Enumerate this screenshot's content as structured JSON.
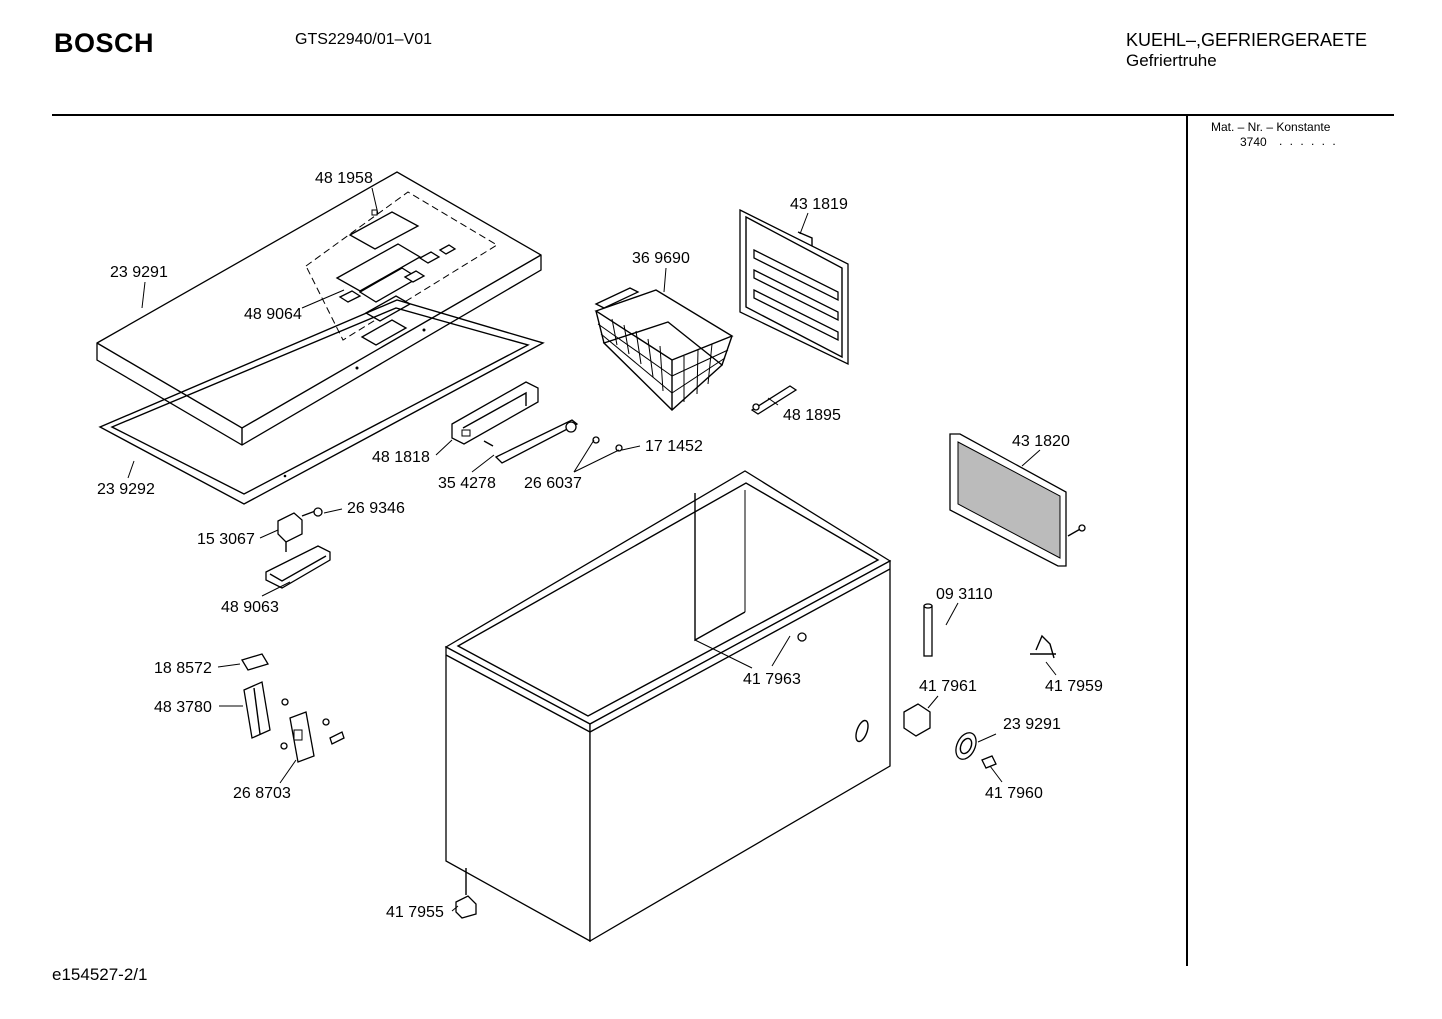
{
  "header": {
    "brand": "BOSCH",
    "model": "GTS22940/01–V01",
    "category_line1": "KUEHL–,GEFRIERGERAETE",
    "category_line2": "Gefriertruhe"
  },
  "side_panel": {
    "mat_label": "Mat. – Nr. – Konstante",
    "mat_code": "3740",
    "mat_dots": ". . . . . ."
  },
  "footer": {
    "doc_id": "e154527-2/1"
  },
  "parts": [
    {
      "id": "p481958",
      "label": "48 1958"
    },
    {
      "id": "p239291a",
      "label": "23 9291"
    },
    {
      "id": "p489064",
      "label": "48 9064"
    },
    {
      "id": "p239292",
      "label": "23 9292"
    },
    {
      "id": "p269346",
      "label": "26 9346"
    },
    {
      "id": "p153067",
      "label": "15 3067"
    },
    {
      "id": "p489063",
      "label": "48 9063"
    },
    {
      "id": "p188572",
      "label": "18 8572"
    },
    {
      "id": "p483780",
      "label": "48 3780"
    },
    {
      "id": "p268703",
      "label": "26 8703"
    },
    {
      "id": "p481818",
      "label": "48 1818"
    },
    {
      "id": "p354278",
      "label": "35 4278"
    },
    {
      "id": "p266037",
      "label": "26 6037"
    },
    {
      "id": "p171452",
      "label": "17 1452"
    },
    {
      "id": "p369690",
      "label": "36 9690"
    },
    {
      "id": "p431819",
      "label": "43 1819"
    },
    {
      "id": "p481895",
      "label": "48 1895"
    },
    {
      "id": "p431820",
      "label": "43 1820"
    },
    {
      "id": "p093110",
      "label": "09  3110"
    },
    {
      "id": "p417963",
      "label": "41 7963"
    },
    {
      "id": "p417961",
      "label": "41 7961"
    },
    {
      "id": "p417959",
      "label": "41 7959"
    },
    {
      "id": "p239291b",
      "label": "23 9291"
    },
    {
      "id": "p417960",
      "label": "41 7960"
    },
    {
      "id": "p417955",
      "label": "41 7955"
    }
  ]
}
